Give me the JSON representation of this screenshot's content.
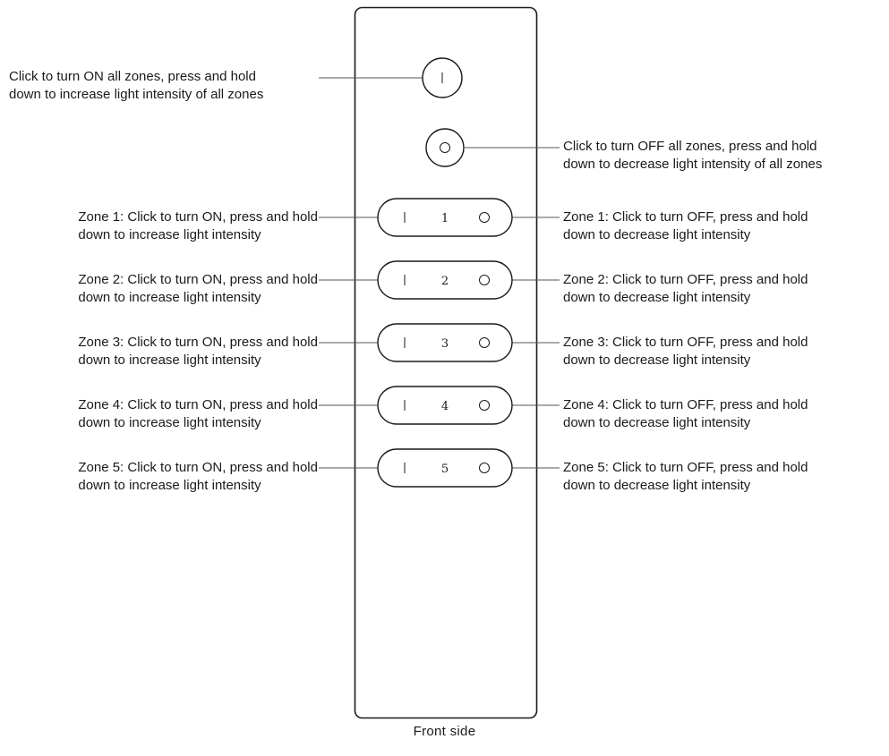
{
  "callouts": {
    "all_on": {
      "line1": "Click to turn ON all zones, press and hold",
      "line2": "down to increase light intensity of all zones"
    },
    "all_off": {
      "line1": "Click to turn OFF all zones, press and hold",
      "line2": "down to decrease light intensity of all zones"
    }
  },
  "buttons": {
    "on_symbol": "I",
    "off_symbol": "O"
  },
  "zones": [
    {
      "number": "1",
      "on_line1": "Zone 1: Click to turn ON, press and hold",
      "on_line2": "down to increase light intensity",
      "off_line1": "Zone 1: Click to turn OFF, press and hold",
      "off_line2": "down to decrease light intensity"
    },
    {
      "number": "2",
      "on_line1": "Zone 2: Click to turn ON, press and hold",
      "on_line2": "down to increase light intensity",
      "off_line1": "Zone 2: Click to turn OFF, press and hold",
      "off_line2": "down to decrease light intensity"
    },
    {
      "number": "3",
      "on_line1": "Zone 3: Click to turn ON, press and hold",
      "on_line2": "down to increase light intensity",
      "off_line1": "Zone 3: Click to turn OFF, press and hold",
      "off_line2": "down to decrease light intensity"
    },
    {
      "number": "4",
      "on_line1": "Zone 4: Click to turn ON, press and hold",
      "on_line2": "down to increase light intensity",
      "off_line1": "Zone 4: Click to turn OFF, press and hold",
      "off_line2": "down to decrease light intensity"
    },
    {
      "number": "5",
      "on_line1": "Zone 5: Click to turn ON, press and hold",
      "on_line2": "down to increase light intensity",
      "off_line1": "Zone 5: Click to turn OFF, press and hold",
      "off_line2": "down to decrease light intensity"
    }
  ],
  "caption": "Front side",
  "colors": {
    "stroke": "#1a1a1a",
    "leader": "#555555",
    "background": "#ffffff"
  }
}
